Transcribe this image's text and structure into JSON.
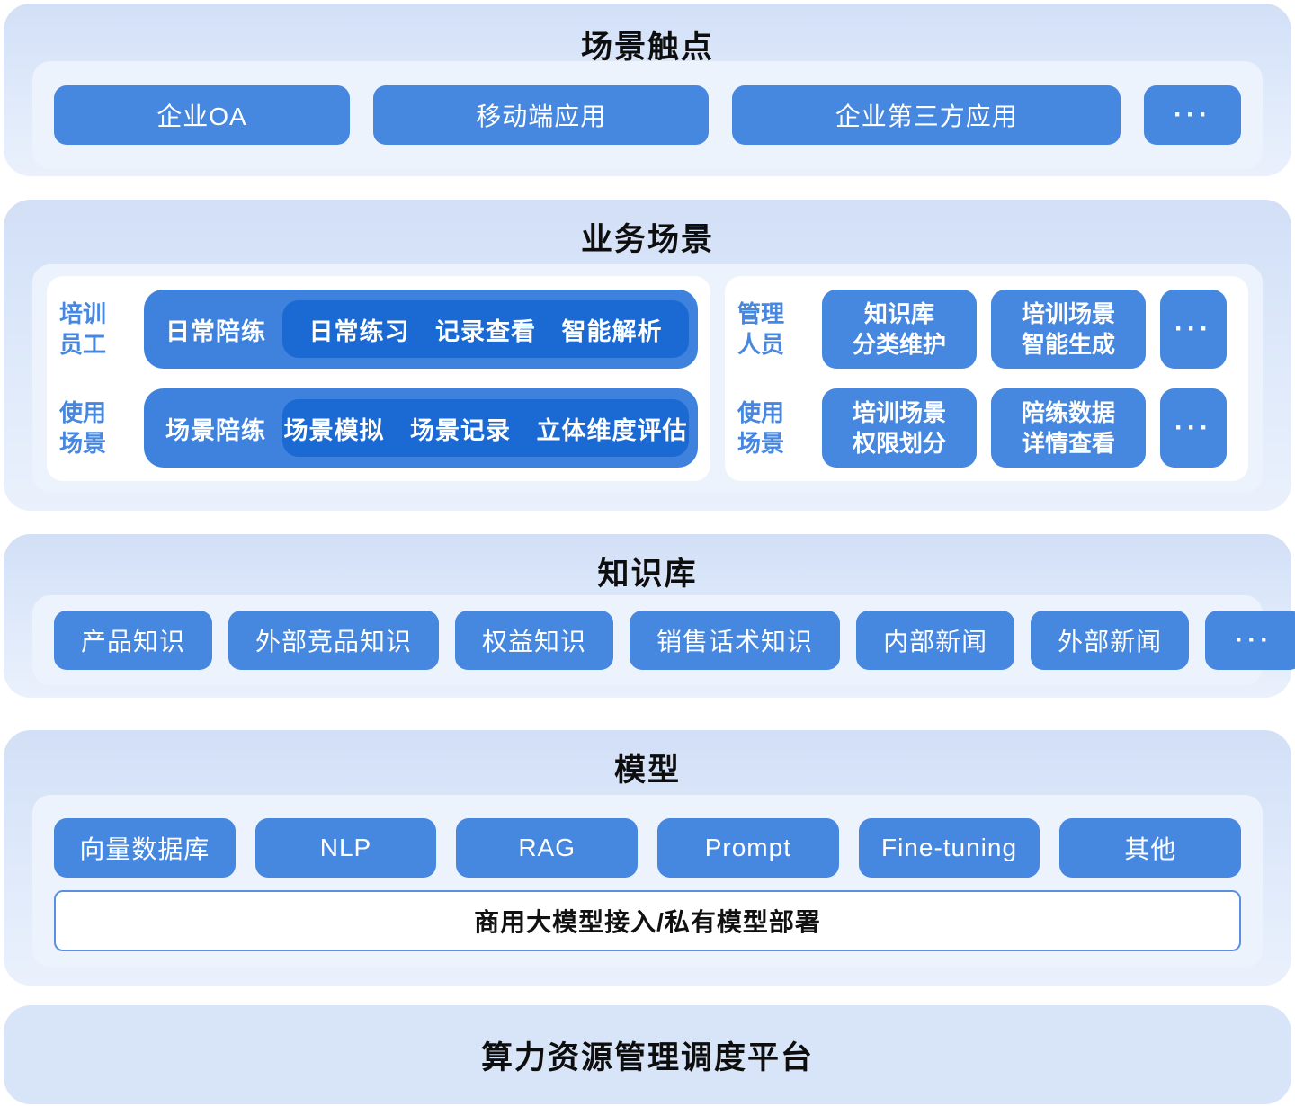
{
  "colors": {
    "button_blue": "#4687df",
    "row_pill_blue": "#3e82de",
    "inner_pill_blue": "#1b69d2",
    "role_label_blue": "#4787e0",
    "layer_bg_top": "#d2dff6",
    "layer_bg_bottom": "#eaf1fc",
    "inner_panel": "#edf3fd",
    "layer_shadow": "#8298e0",
    "platform_bg": "#d8e5f9",
    "title_text": "#0e0e0e"
  },
  "layers": {
    "touchpoints": {
      "title": "场景触点",
      "items": [
        "企业OA",
        "移动端应用",
        "企业第三方应用"
      ],
      "more": "···"
    },
    "business": {
      "title": "业务场景",
      "left_group": {
        "rows": [
          {
            "role_label": "培训\n员工",
            "pill_label": "日常陪练",
            "pill_items": "日常练习 记录查看 智能解析"
          },
          {
            "role_label": "使用\n场景",
            "pill_label": "场景陪练",
            "pill_items": "场景模拟 场景记录 立体维度评估"
          }
        ]
      },
      "right_group": {
        "rows": [
          {
            "role_label": "管理\n人员",
            "buttons": [
              "知识库\n分类维护",
              "培训场景\n智能生成"
            ],
            "more": "···"
          },
          {
            "role_label": "使用\n场景",
            "buttons": [
              "培训场景\n权限划分",
              "陪练数据\n详情查看"
            ],
            "more": "···"
          }
        ]
      }
    },
    "knowledge": {
      "title": "知识库",
      "items": [
        "产品知识",
        "外部竞品知识",
        "权益知识",
        "销售话术知识",
        "内部新闻",
        "外部新闻"
      ],
      "more": "···"
    },
    "model": {
      "title": "模型",
      "items": [
        "向量数据库",
        "NLP",
        "RAG",
        "Prompt",
        "Fine-tuning",
        "其他"
      ],
      "bar": "商用大模型接入/私有模型部署"
    },
    "platform": {
      "title": "算力资源管理调度平台"
    }
  }
}
